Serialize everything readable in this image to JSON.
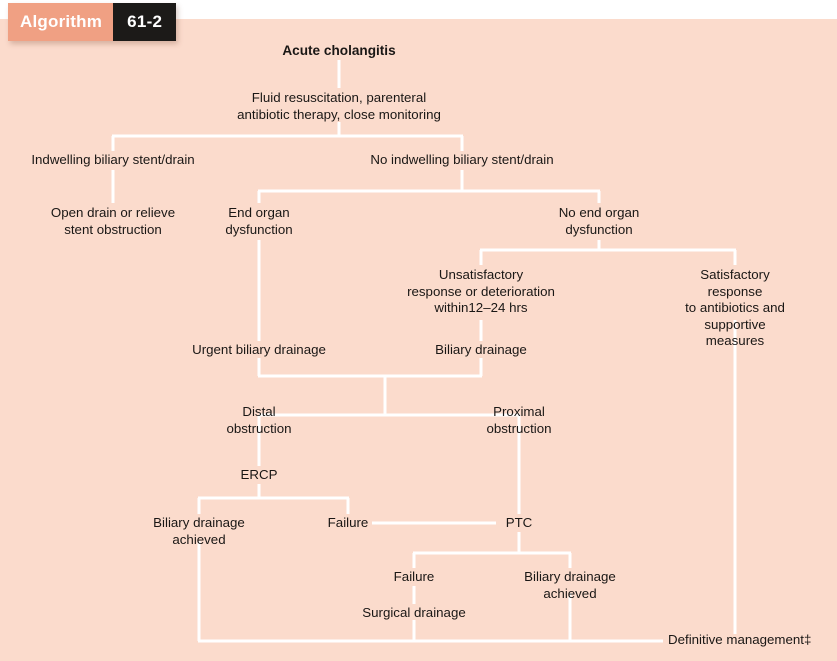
{
  "header": {
    "label": "Algorithm",
    "number": "61-2"
  },
  "colors": {
    "panel_background": "#FBDBCC",
    "badge_salmon": "#F0A083",
    "badge_dark": "#1C1A18",
    "connector": "#FFFFFF",
    "text": "#1A1715"
  },
  "flowchart": {
    "title": "Acute cholangitis",
    "nodes": [
      {
        "id": "acute-cholangitis",
        "text": "Acute cholangitis"
      },
      {
        "id": "fluid-resuscitation",
        "text": "Fluid resuscitation, parenteral\nantibiotic therapy, close monitoring"
      },
      {
        "id": "indwelling-stent",
        "text": "Indwelling biliary stent/drain"
      },
      {
        "id": "no-indwelling-stent",
        "text": "No indwelling biliary stent/drain"
      },
      {
        "id": "open-drain",
        "text": "Open drain or relieve\nstent obstruction"
      },
      {
        "id": "end-organ-dysfunction",
        "text": "End organ\ndysfunction"
      },
      {
        "id": "no-end-organ-dysfunction",
        "text": "No end organ\ndysfunction"
      },
      {
        "id": "unsatisfactory-response",
        "text": "Unsatisfactory\nresponse or deterioration\nwithin12–24 hrs"
      },
      {
        "id": "satisfactory-response",
        "text": "Satisfactory response\nto antibiotics and\nsupportive measures"
      },
      {
        "id": "urgent-biliary-drainage",
        "text": "Urgent biliary drainage"
      },
      {
        "id": "biliary-drainage",
        "text": "Biliary drainage"
      },
      {
        "id": "distal-obstruction",
        "text": "Distal\nobstruction"
      },
      {
        "id": "proximal-obstruction",
        "text": "Proximal\nobstruction"
      },
      {
        "id": "ercp",
        "text": "ERCP"
      },
      {
        "id": "biliary-drainage-achieved-left",
        "text": "Biliary drainage\nachieved"
      },
      {
        "id": "failure-ercp",
        "text": "Failure"
      },
      {
        "id": "ptc",
        "text": "PTC"
      },
      {
        "id": "failure-ptc",
        "text": "Failure"
      },
      {
        "id": "biliary-drainage-achieved-right",
        "text": "Biliary drainage\nachieved"
      },
      {
        "id": "surgical-drainage",
        "text": "Surgical drainage"
      },
      {
        "id": "definitive-management",
        "text": "Definitive management‡"
      }
    ]
  }
}
